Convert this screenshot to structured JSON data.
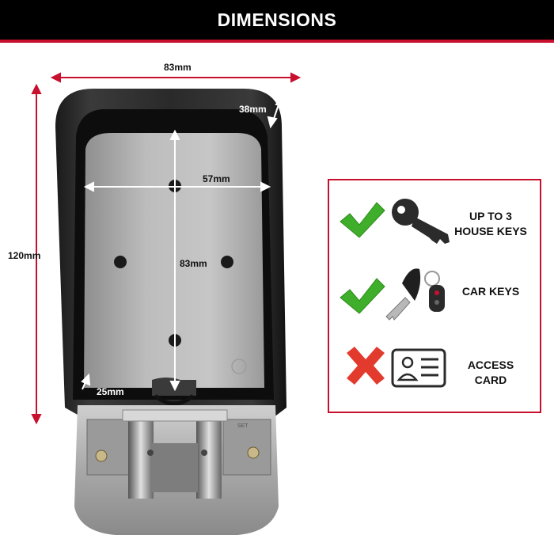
{
  "header": {
    "title": "DIMENSIONS",
    "background": "#000000",
    "accent": "#c8102e"
  },
  "dimensions": {
    "width": "83mm",
    "depth": "38mm",
    "height": "120mm",
    "inner_width": "57mm",
    "inner_height": "83mm",
    "shackle": "25mm"
  },
  "product": {
    "engraving": "SET"
  },
  "features": [
    {
      "status": "yes",
      "status_icon": "green-check-icon",
      "icon": "house-key-icon",
      "label": [
        "UP TO 3",
        "HOUSE KEYS"
      ]
    },
    {
      "status": "yes",
      "status_icon": "green-check-icon",
      "icon": "car-key-icon",
      "label": [
        "CAR KEYS"
      ]
    },
    {
      "status": "no",
      "status_icon": "red-cross-icon",
      "icon": "id-card-icon",
      "label": [
        "ACCESS",
        "CARD"
      ]
    }
  ],
  "colors": {
    "dimension_line": "#c8102e",
    "check": "#3fae2a",
    "cross": "#e23b2e"
  }
}
